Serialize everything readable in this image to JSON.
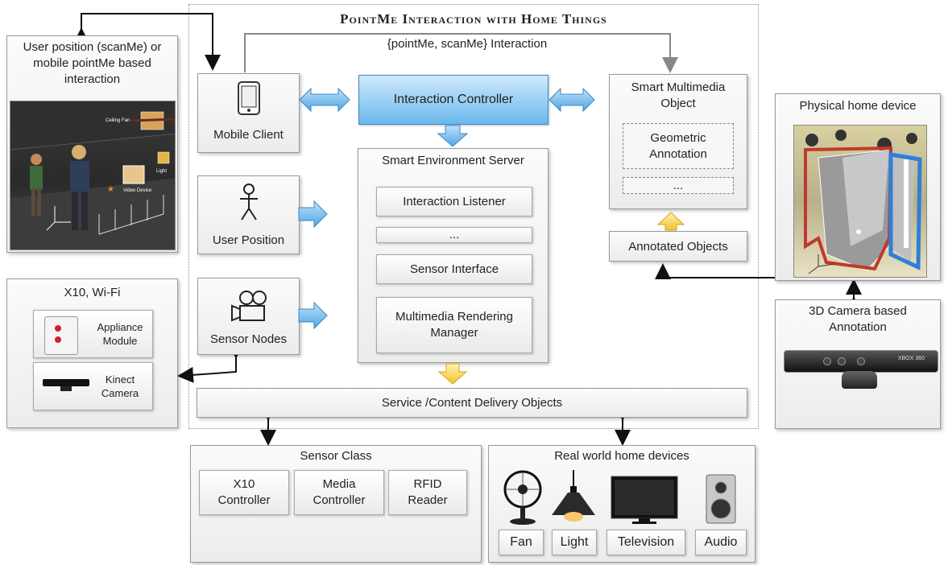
{
  "title": "PointMe Interaction with Home Things",
  "interaction_label": "{pointMe, scanMe} Interaction",
  "left_top": {
    "label": "User position (scanMe) or mobile pointMe based interaction",
    "scene_labels": [
      "Ceiling Fan",
      "Light",
      "Video Device"
    ]
  },
  "mobile_client": "Mobile Client",
  "user_position": "User Position",
  "sensor_nodes": "Sensor Nodes",
  "interaction_controller": "Interaction Controller",
  "server": {
    "title": "Smart Environment Server",
    "items": [
      "Interaction Listener",
      "...",
      "Sensor Interface",
      "Multimedia Rendering Manager"
    ]
  },
  "smart_object": {
    "title": "Smart Multimedia Object",
    "items": [
      "Geometric Annotation",
      "..."
    ]
  },
  "annotated_objects": "Annotated Objects",
  "delivery": "Service /Content Delivery Objects",
  "x10": {
    "title": "X10, Wi-Fi",
    "items": [
      "Appliance Module",
      "Kinect Camera"
    ]
  },
  "physical": {
    "title": "Physical home device"
  },
  "camera3d": {
    "title": "3D Camera based Annotation",
    "device_text": "XBOX 360"
  },
  "sensor_class": {
    "title": "Sensor Class",
    "items": [
      "X10 Controller",
      "Media Controller",
      "RFID Reader"
    ]
  },
  "real_world": {
    "title": "Real world home devices",
    "items": [
      "Fan",
      "Light",
      "Television",
      "Audio"
    ]
  },
  "colors": {
    "accent_blue": "#5aaee8",
    "accent_yellow": "#f6cf3c",
    "red_outline": "#c0392b",
    "blue_outline": "#2f7fd8"
  }
}
